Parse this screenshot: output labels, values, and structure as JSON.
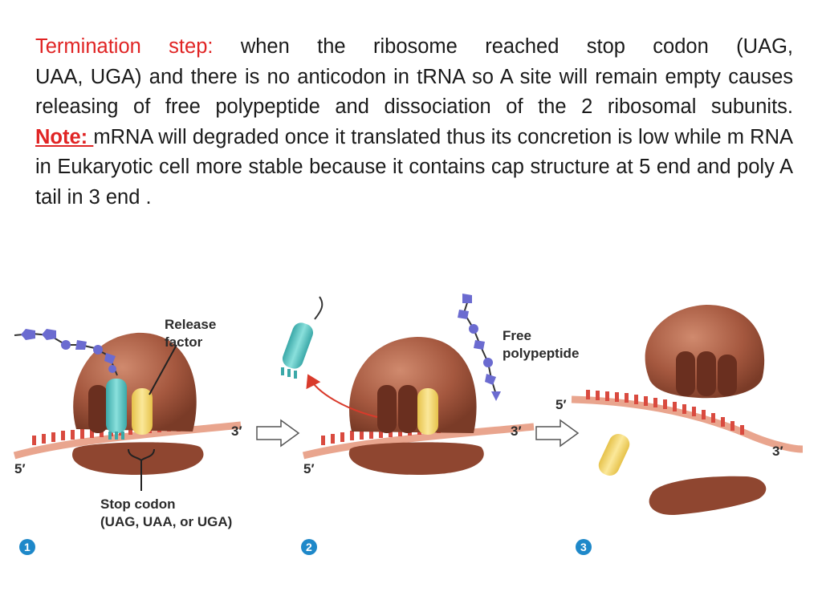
{
  "text": {
    "termination_label": "Termination step:",
    "termination_body_line1": " when the ribosome reached stop codon (UAG,",
    "termination_body_rest": "UAA, UGA) and there is no anticodon in tRNA so A site  will remain empty causes releasing of free polypeptide and dissociation of the 2 ribosomal subunits.",
    "note_label": "Note: ",
    "note_body": "mRNA  will degraded once it translated thus its concretion is low while m RNA in Eukaryotic cell more stable because it contains cap structure at 5 end and poly A tail in 3 end ."
  },
  "diagram": {
    "release_factor_label": [
      "Release",
      "factor"
    ],
    "free_polypeptide_label": [
      "Free",
      "polypeptide"
    ],
    "stop_codon_label": [
      "Stop codon",
      "(UAG, UAA, or UGA)"
    ],
    "prime5": "5′",
    "prime3": "3′",
    "steps": [
      "1",
      "2",
      "3"
    ],
    "colors": {
      "ribosome": "#a5583f",
      "ribosome_dark": "#7a3b27",
      "mrna": "#d94a3f",
      "trna": "#5fc4c4",
      "release_factor": "#f2d46a",
      "polypeptide": "#6b6bd0",
      "step_badge": "#1e88c9"
    }
  }
}
